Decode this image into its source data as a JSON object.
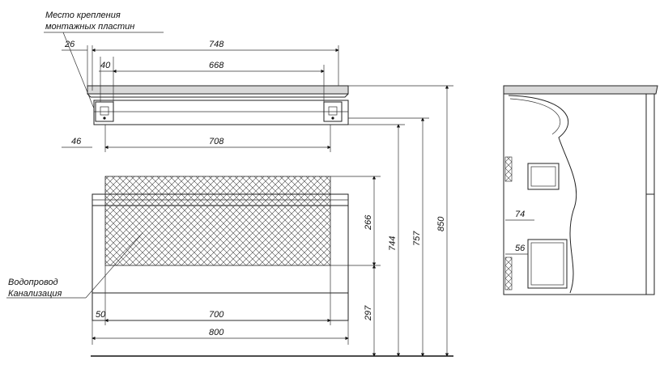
{
  "callouts": {
    "mount_line1": "Место крепления",
    "mount_line2": "монтажных пластин",
    "pipes_line1": "Водопровод",
    "pipes_line2": "Канализация"
  },
  "dimensions": {
    "d26": "26",
    "d748": "748",
    "d40": "40",
    "d668": "668",
    "d46": "46",
    "d708": "708",
    "d266": "266",
    "d744": "744",
    "d757": "757",
    "d850": "850",
    "d297": "297",
    "d50": "50",
    "d700": "700",
    "d800": "800",
    "d74": "74",
    "d56": "56"
  }
}
